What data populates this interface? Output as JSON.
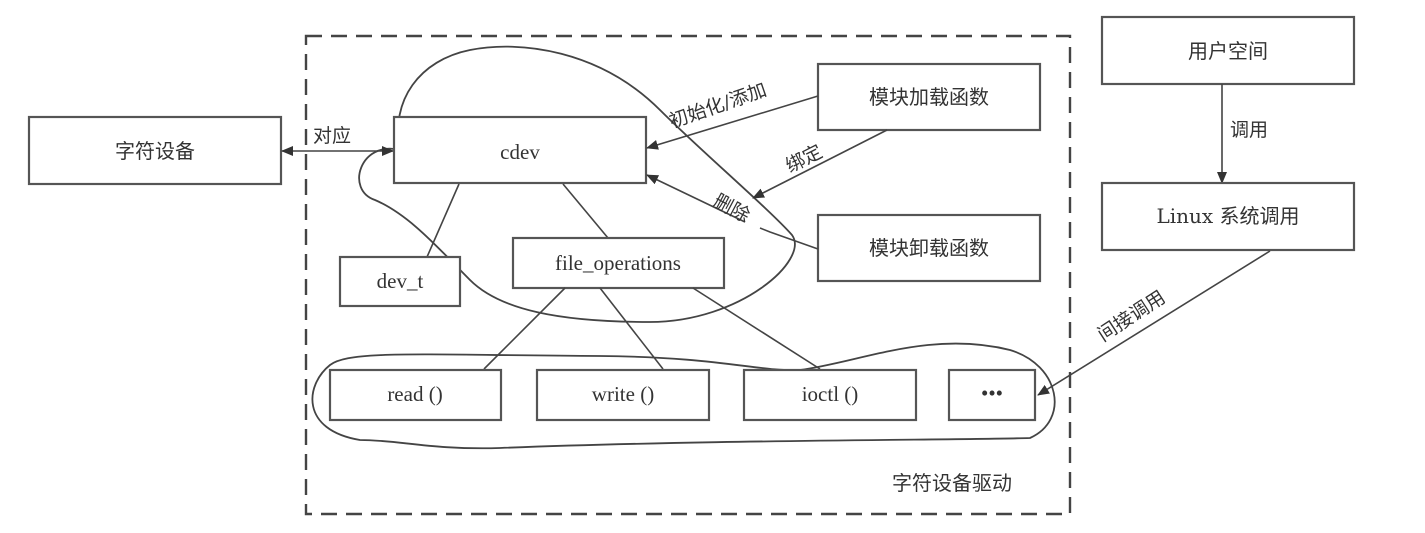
{
  "diagram": {
    "container": {
      "label": "字符设备驱动",
      "style": "dashed"
    },
    "nodes": {
      "char_device": "字符设备",
      "cdev": "cdev",
      "dev_t": "dev_t",
      "file_operations": "file_operations",
      "module_load": "模块加载函数",
      "module_unload": "模块卸载函数",
      "read": "read ()",
      "write": "write ()",
      "ioctl": "ioctl ()",
      "more": "•••",
      "user_space": "用户空间",
      "syscall": "Linux 系统调用"
    },
    "edges": {
      "correspond": "对应",
      "init_add": "初始化/添加",
      "bind": "绑定",
      "delete": "删除",
      "call": "调用",
      "indirect_call": "间接调用"
    },
    "relations": [
      {
        "from": "char_device",
        "to": "cdev",
        "label": "对应",
        "type": "bidirectional"
      },
      {
        "from": "module_load",
        "to": "cdev",
        "label": "初始化/添加",
        "type": "arrow"
      },
      {
        "from": "module_load",
        "to": "cdev_group",
        "label": "绑定",
        "type": "arrow"
      },
      {
        "from": "module_unload",
        "to": "cdev",
        "label": "删除",
        "type": "arrow"
      },
      {
        "from": "cdev",
        "to": "dev_t",
        "type": "line"
      },
      {
        "from": "cdev",
        "to": "file_operations",
        "type": "line"
      },
      {
        "from": "file_operations",
        "to": "read",
        "type": "line"
      },
      {
        "from": "file_operations",
        "to": "write",
        "type": "line"
      },
      {
        "from": "file_operations",
        "to": "ioctl",
        "type": "line"
      },
      {
        "from": "user_space",
        "to": "syscall",
        "label": "调用",
        "type": "arrow"
      },
      {
        "from": "syscall",
        "to": "more",
        "label": "间接调用",
        "type": "arrow"
      }
    ]
  }
}
